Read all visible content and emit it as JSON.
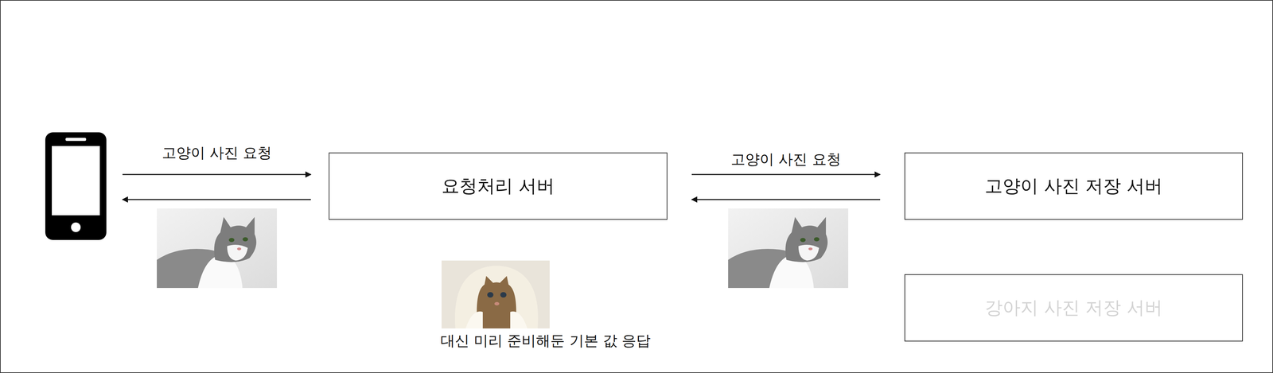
{
  "diagram": {
    "nodes": [
      {
        "text": [
          "요청처리 서버"
        ]
      },
      {
        "text": [
          "고양이 사진 저장 서버"
        ]
      },
      {
        "text": [
          "강아지 사진 저장 서버"
        ]
      }
    ],
    "edges": [
      {
        "from": 0,
        "to": 1,
        "arrow": "to",
        "label": "고양이 사진 요청"
      },
      {
        "from": 1,
        "to": 0,
        "arrow": "to"
      }
    ],
    "labels": [
      "고양이 사진 요청",
      "대신 미리 준비해둔 기본 값 응답"
    ]
  }
}
